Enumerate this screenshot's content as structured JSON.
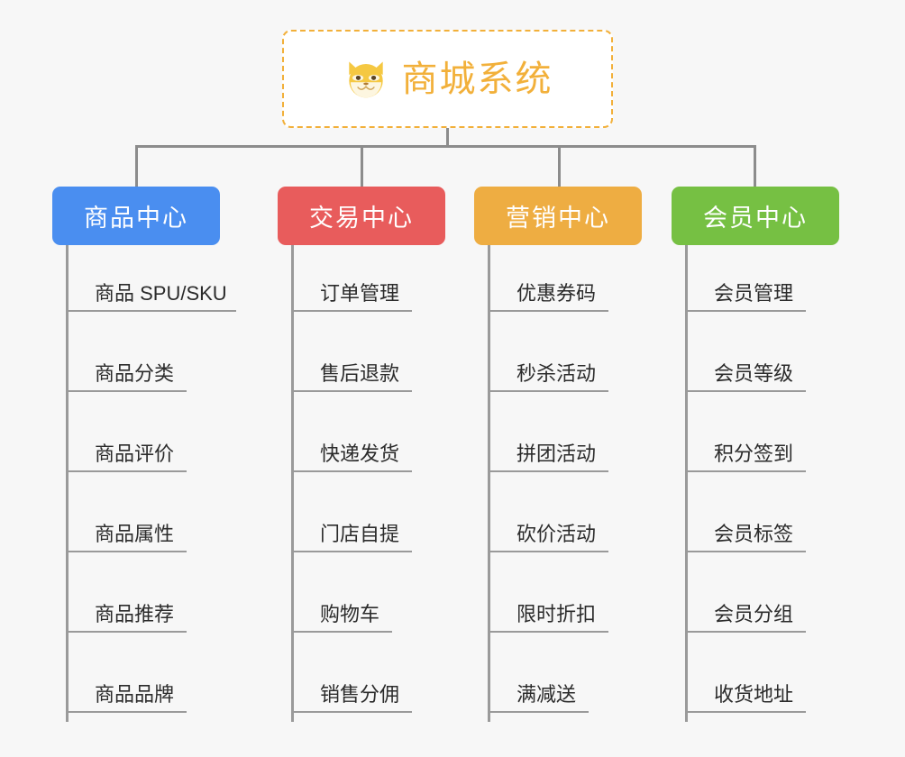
{
  "page": {
    "background_color": "#f7f7f7",
    "title": "商城系统"
  },
  "root": {
    "label": "商城系统",
    "icon": "shiba-dog-face-icon",
    "text_color": "#f2b03a",
    "border_color": "#f2b03a",
    "background_color": "#ffffff"
  },
  "connector": {
    "color": "#8c8c8c"
  },
  "columns": [
    {
      "id": "product-center",
      "label": "商品中心",
      "color": "#4a8ef0",
      "items": [
        "商品 SPU/SKU",
        "商品分类",
        "商品评价",
        "商品属性",
        "商品推荐",
        "商品品牌"
      ]
    },
    {
      "id": "trade-center",
      "label": "交易中心",
      "color": "#e85c5c",
      "items": [
        "订单管理",
        "售后退款",
        "快递发货",
        "门店自提",
        "购物车",
        "销售分佣"
      ]
    },
    {
      "id": "marketing-center",
      "label": "营销中心",
      "color": "#eead42",
      "items": [
        "优惠券码",
        "秒杀活动",
        "拼团活动",
        "砍价活动",
        "限时折扣",
        "满减送"
      ]
    },
    {
      "id": "member-center",
      "label": "会员中心",
      "color": "#76c043",
      "items": [
        "会员管理",
        "会员等级",
        "积分签到",
        "会员标签",
        "会员分组",
        "收货地址"
      ]
    }
  ]
}
